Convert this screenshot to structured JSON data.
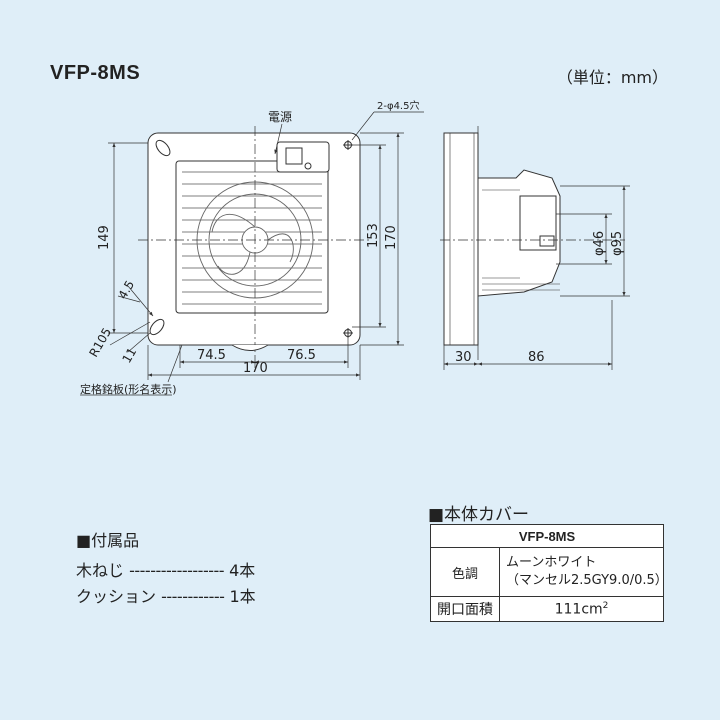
{
  "model": "VFP-8MS",
  "unit": "（単位：mm）",
  "labels": {
    "power": "電源",
    "holes": "2-φ4.5穴",
    "nameplate": "定格銘板(形名表示)",
    "dim_149": "149",
    "dim_4_5": "4.5",
    "dim_R105": "R105",
    "dim_11": "11",
    "dim_153": "153",
    "dim_170_v": "170",
    "dim_74_5": "74.5",
    "dim_76_5": "76.5",
    "dim_170_h": "170",
    "dim_phi46": "φ46",
    "dim_phi95": "φ95",
    "dim_30": "30",
    "dim_86": "86"
  },
  "accessories": {
    "heading": "■付属品",
    "items": [
      {
        "name": "木ねじ",
        "dots": "------------------",
        "qty": "4本"
      },
      {
        "name": "クッション",
        "dots": "------------",
        "qty": "1本"
      }
    ]
  },
  "cover": {
    "heading": "■本体カバー",
    "model": "VFP-8MS",
    "color_label": "色調",
    "color_line1": "ムーンホワイト",
    "color_line2": "（マンセル2.5GY9.0/0.5）",
    "area_label": "開口面積",
    "area_value": "111cm",
    "area_sup": "2"
  },
  "colors": {
    "background": "#dfeef8",
    "line": "#333333",
    "panel": "#ffffff"
  }
}
